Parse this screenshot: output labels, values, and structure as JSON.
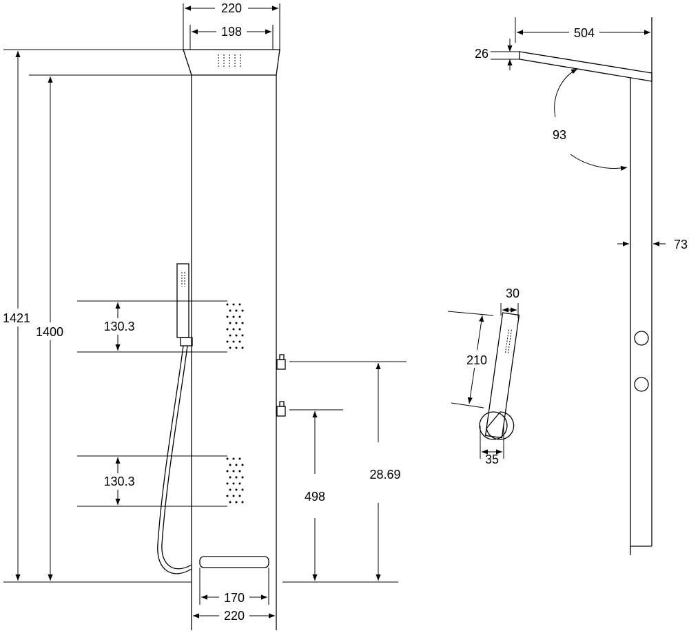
{
  "dimensions": {
    "top_outer_width": "220",
    "top_inner_width": "198",
    "total_height": "1421",
    "panel_height": "1400",
    "jet_upper_height": "130.3",
    "jet_lower_height": "130.3",
    "valve_upper_height": "28.69",
    "valve_lower_height": "498",
    "bottom_inner_width": "170",
    "bottom_outer_width": "220",
    "side_head_length": "504",
    "side_head_thickness": "26",
    "side_angle": "93",
    "side_panel_depth": "73",
    "handshower_width": "30",
    "handshower_length": "210",
    "handshower_holder": "35"
  }
}
